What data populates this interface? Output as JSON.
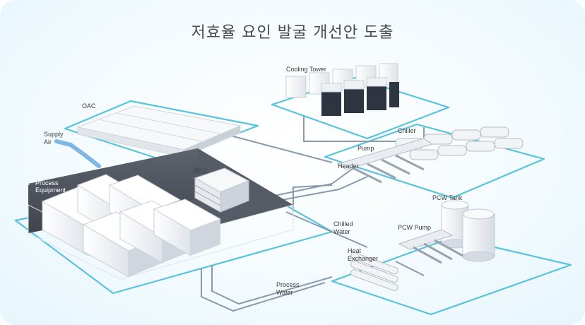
{
  "title": "저효율 요인 발굴 개선안 도출",
  "labels": {
    "cooling_tower": "Cooling Tower",
    "oac": "OAC",
    "supply_air": [
      "Supply",
      "Air"
    ],
    "chiller": "Chiller",
    "pump": "Pump",
    "header": "Header",
    "dcc": "DCC",
    "process_equipment": [
      "Process",
      "Equipment"
    ],
    "pcw_tank": "PCW Tank",
    "chilled_water": [
      "Chilled",
      "Water"
    ],
    "pcw_pump": "PCW Pump",
    "heat_exchanger": [
      "Heat",
      "Exchanger"
    ],
    "process_water": [
      "Process",
      "Water"
    ]
  },
  "colors": {
    "outline": "#58c3dd",
    "pipe": "#8a9aae",
    "floor": "#565c66",
    "equipment": "#f1f3f5"
  }
}
